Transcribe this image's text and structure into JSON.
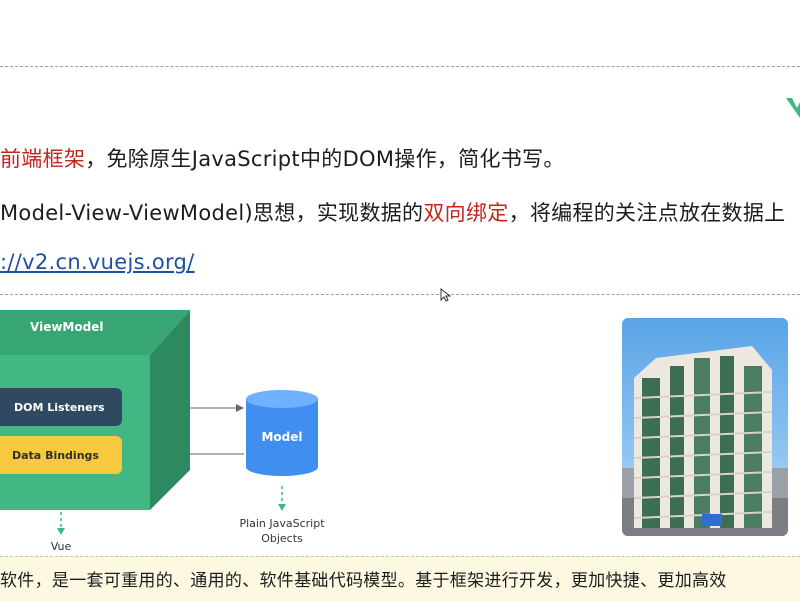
{
  "lines": {
    "line1": {
      "highlight": "前端框架",
      "rest": "，免除原生JavaScript中的DOM操作，简化书写。"
    },
    "line2": {
      "before": "Model-View-ViewModel)思想，实现数据的",
      "highlight": "双向绑定",
      "after": "，将编程的关注点放在数据上"
    },
    "line3": {
      "link": "://v2.cn.vuejs.org/"
    }
  },
  "diagram": {
    "viewmodel_label": "ViewModel",
    "dom_listeners": "DOM Listeners",
    "data_bindings": "Data Bindings",
    "model_label": "Model",
    "plain_objects_line1": "Plain JavaScript",
    "plain_objects_line2": "Objects",
    "vue_label": "Vue"
  },
  "footer": {
    "text": "软件，是一套可重用的、通用的、软件基础代码模型。基于框架进行开发，更加快捷、更加高效"
  },
  "colors": {
    "vue_green": "#41b883",
    "vue_dark": "#35495e",
    "highlight_red": "#c0261b",
    "link_blue": "#1e4fa6",
    "footer_bg": "#fcf8e2"
  }
}
